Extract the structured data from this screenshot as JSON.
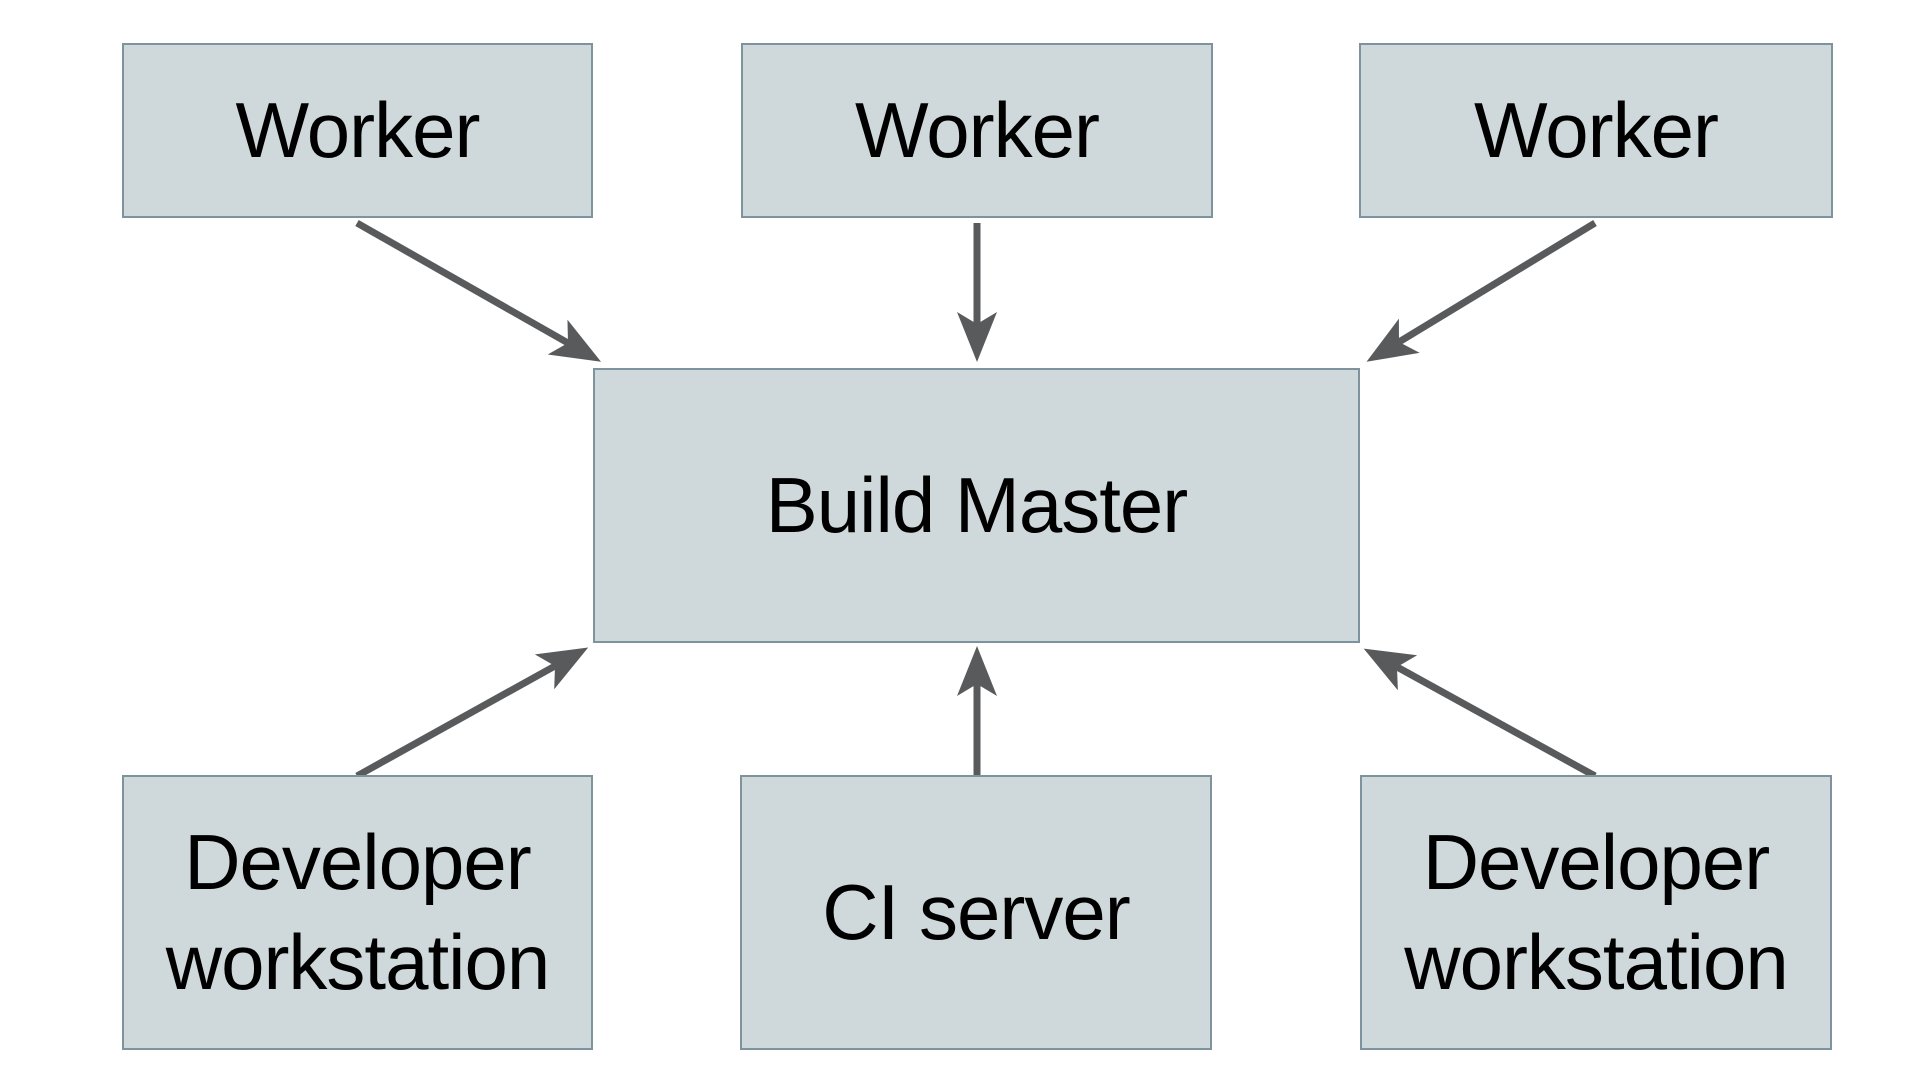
{
  "colors": {
    "background": "#ffffff",
    "node-fill": "#cfd8da",
    "node-border": "#7e939d",
    "arrow": "#595a5c",
    "text": "#000000"
  },
  "diagram": {
    "type": "architecture-diagram",
    "nodes": {
      "worker_left": {
        "label": "Worker"
      },
      "worker_center": {
        "label": "Worker"
      },
      "worker_right": {
        "label": "Worker"
      },
      "build_master": {
        "label": "Build Master"
      },
      "dev_workstation_left": {
        "label": "Developer workstation"
      },
      "ci_server": {
        "label": "CI server"
      },
      "dev_workstation_right": {
        "label": "Developer workstation"
      }
    },
    "connections": [
      {
        "from": "worker_left",
        "to": "build_master"
      },
      {
        "from": "worker_center",
        "to": "build_master"
      },
      {
        "from": "worker_right",
        "to": "build_master"
      },
      {
        "from": "dev_workstation_left",
        "to": "build_master"
      },
      {
        "from": "ci_server",
        "to": "build_master"
      },
      {
        "from": "dev_workstation_right",
        "to": "build_master"
      }
    ]
  }
}
